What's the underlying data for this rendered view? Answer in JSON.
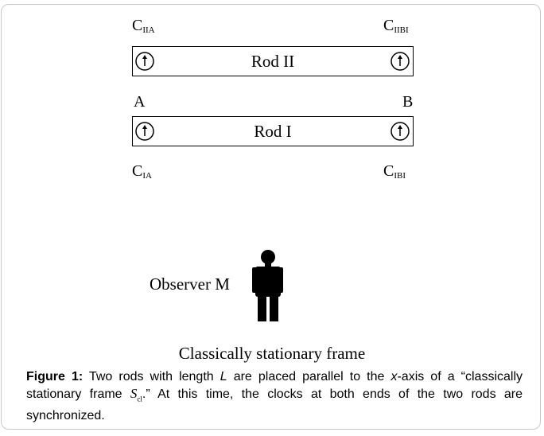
{
  "diagram": {
    "clock_labels": {
      "top_left": {
        "main": "C",
        "sub": "IIA"
      },
      "top_right": {
        "main": "C",
        "sub": "IIBI"
      },
      "bottom_left": {
        "main": "C",
        "sub": "IA"
      },
      "bottom_right": {
        "main": "C",
        "sub": "IBI"
      }
    },
    "rods": {
      "rod2": "Rod II",
      "rod1": "Rod I"
    },
    "end_labels": {
      "left": "A",
      "right": "B"
    },
    "observer": "Observer M",
    "frame_label": "Classically stationary frame"
  },
  "caption": {
    "figure_label": "Figure 1:",
    "part1": " Two rods with length ",
    "L": "L",
    "part2": " are placed parallel to the ",
    "x": "x",
    "part3": "-axis of a “classically stationary frame ",
    "S": "S",
    "S_sub": "cl",
    "part4": ".” At this time, the clocks at both ends of the two rods are synchronized."
  }
}
